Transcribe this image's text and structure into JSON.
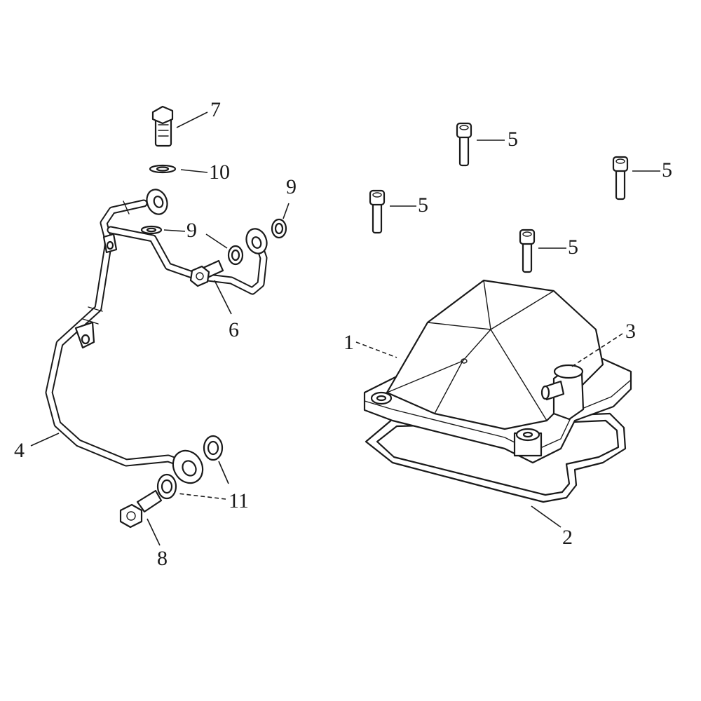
{
  "callouts": [
    {
      "id": "c1",
      "label": "1"
    },
    {
      "id": "c2",
      "label": "2"
    },
    {
      "id": "c3",
      "label": "3"
    },
    {
      "id": "c4",
      "label": "4"
    },
    {
      "id": "c5a",
      "label": "5"
    },
    {
      "id": "c5b",
      "label": "5"
    },
    {
      "id": "c5c",
      "label": "5"
    },
    {
      "id": "c5d",
      "label": "5"
    },
    {
      "id": "c6",
      "label": "6"
    },
    {
      "id": "c7",
      "label": "7"
    },
    {
      "id": "c8",
      "label": "8"
    },
    {
      "id": "c9a",
      "label": "9"
    },
    {
      "id": "c9b",
      "label": "9"
    },
    {
      "id": "c10",
      "label": "10"
    },
    {
      "id": "c11",
      "label": "11"
    }
  ]
}
